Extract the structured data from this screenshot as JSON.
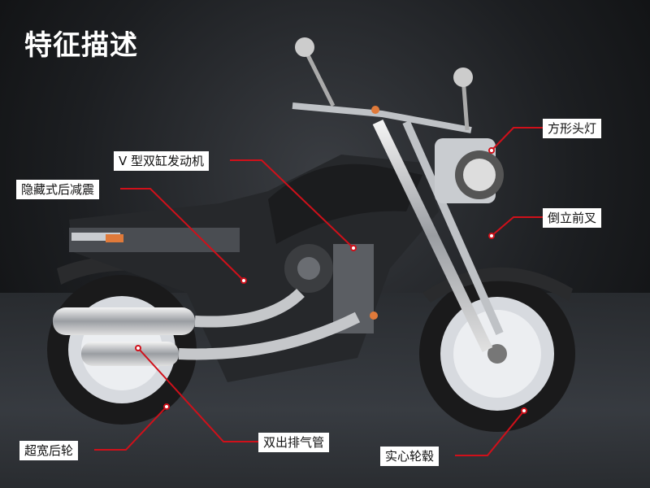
{
  "title": "特征描述",
  "features": [
    {
      "id": "headlight",
      "label": "方形头灯"
    },
    {
      "id": "engine",
      "label": "V 型双缸发动机"
    },
    {
      "id": "rear-shock",
      "label": "隐藏式后减震"
    },
    {
      "id": "front-fork",
      "label": "倒立前叉"
    },
    {
      "id": "rear-wheel",
      "label": "超宽后轮"
    },
    {
      "id": "exhaust",
      "label": "双出排气管"
    },
    {
      "id": "wheel-hub",
      "label": "实心轮毂"
    }
  ],
  "colors": {
    "leader": "#d0101a",
    "label_bg": "#ffffff",
    "accent": "#e07a3a"
  }
}
